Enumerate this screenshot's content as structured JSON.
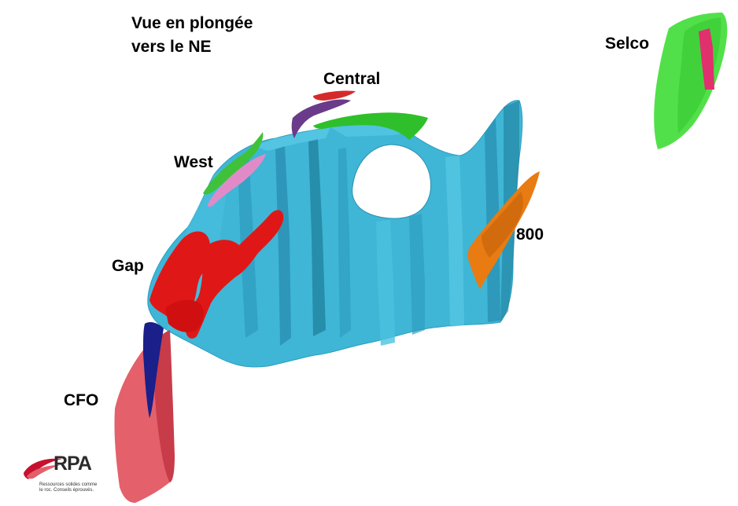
{
  "title": {
    "line1": "Vue en plongée",
    "line2": "vers le NE"
  },
  "labels": {
    "central": "Central",
    "west": "West",
    "gap": "Gap",
    "eight_hundred": "800",
    "cfo": "CFO",
    "selco": "Selco"
  },
  "logo": {
    "name": "RPA",
    "tagline_1": "Ressources solides comme",
    "tagline_2": "le roc. Conseils éprouvés."
  },
  "colors": {
    "main_body": "#3fb6d6",
    "main_body_dark": "#1f7f9c",
    "gap_zone": "#e01717",
    "west_zone_green": "#3fc23a",
    "west_zone_pink": "#e08bc8",
    "central_green": "#2fbf2a",
    "central_purple": "#6a3b8a",
    "central_red": "#d62a2a",
    "zone_800": "#e87b12",
    "cfo_zone": "#e4606a",
    "cfo_blue": "#1a1f8a",
    "selco_green": "#52e04a",
    "selco_pink": "#e0306e",
    "logo_red": "#c8102e"
  }
}
